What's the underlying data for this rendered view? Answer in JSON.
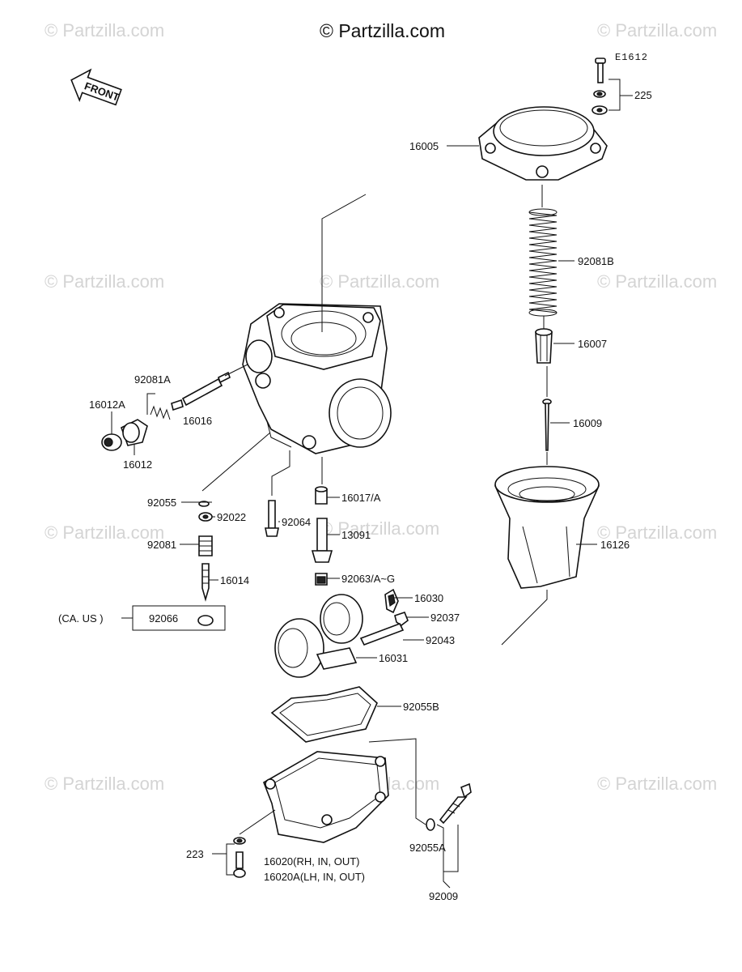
{
  "watermark": "© Partzilla.com",
  "copyright": "© Partzilla.com",
  "diagram_code": "E1612",
  "front_label": "FRONT",
  "labels": {
    "p225": "225",
    "p16005": "16005",
    "p92081B": "92081B",
    "p16007": "16007",
    "p16009": "16009",
    "p16126": "16126",
    "p92081A": "92081A",
    "p16012A": "16012A",
    "p16016": "16016",
    "p16012": "16012",
    "p92055": "92055",
    "p92022": "92022",
    "p92081": "92081",
    "p16014": "16014",
    "p92066": "92066",
    "ca_us": "(CA. US )",
    "p92064": "92064",
    "p16017A": "16017/A",
    "p13091": "13091",
    "p92063": "92063/A~G",
    "p16030": "16030",
    "p92037": "92037",
    "p92043": "92043",
    "p16031": "16031",
    "p92055B": "92055B",
    "p92055A": "92055A",
    "p92009": "92009",
    "p223": "223",
    "p16020": "16020(RH, IN, OUT)",
    "p16020A": "16020A(LH, IN, OUT)"
  }
}
